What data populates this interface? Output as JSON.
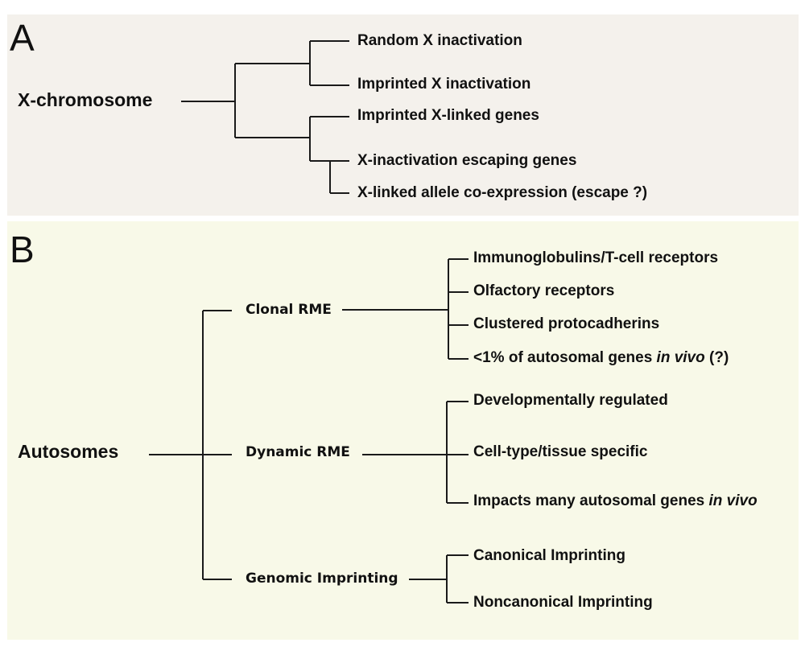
{
  "panel_a": {
    "letter": "A",
    "root": "X-chromosome",
    "leaves": [
      "Random X inactivation",
      "Imprinted X inactivation",
      "Imprinted X-linked genes",
      "X-inactivation escaping genes",
      "X-linked allele co-expression (escape ?)"
    ]
  },
  "panel_b": {
    "letter": "B",
    "root": "Autosomes",
    "clonal": {
      "label": "Clonal RME",
      "leaves": [
        "Immunoglobulins/T-cell receptors",
        "Olfactory receptors",
        "Clustered protocadherins"
      ],
      "last_leaf": {
        "prefix": "<1% of autosomal genes ",
        "italic": "in vivo",
        "suffix": " (?)"
      }
    },
    "dynamic": {
      "label": "Dynamic RME",
      "leaves": [
        "Developmentally regulated",
        "Cell-type/tissue specific"
      ],
      "last_leaf": {
        "prefix": "Impacts many autosomal genes ",
        "italic": "in vivo"
      }
    },
    "imprinting": {
      "label": "Genomic Imprinting",
      "leaves": [
        "Canonical Imprinting",
        "Noncanonical Imprinting"
      ]
    }
  }
}
